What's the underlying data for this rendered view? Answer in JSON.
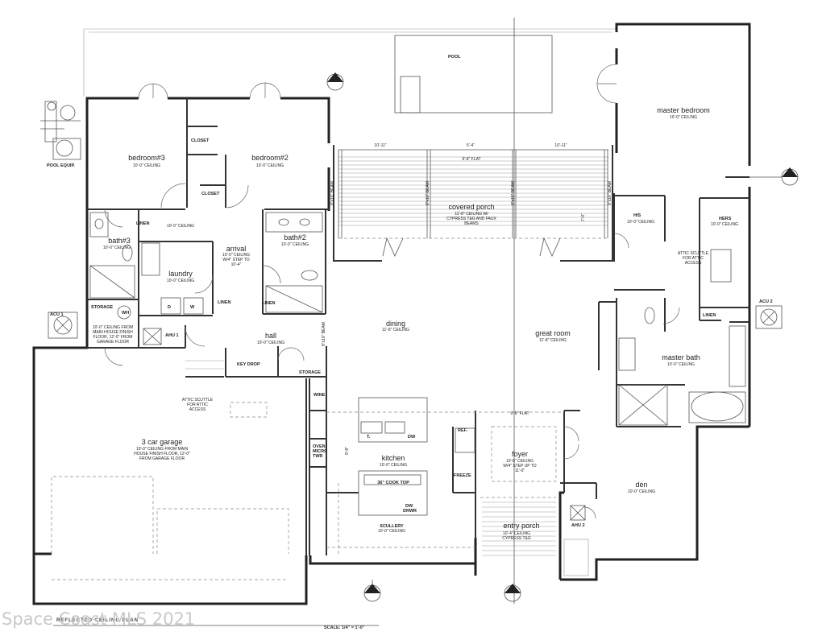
{
  "rooms": {
    "pool": {
      "name": "POOL"
    },
    "pool_equip": {
      "name": "POOL EQUIP."
    },
    "bedroom3": {
      "name": "bedroom#3",
      "ceiling": "10'-0\" CEILING"
    },
    "bedroom2": {
      "name": "bedroom#2",
      "ceiling": "10'-0\" CEILING"
    },
    "closet_a": {
      "name": "CLOSET"
    },
    "closet_b": {
      "name": "CLOSET"
    },
    "linen_a": {
      "name": "LINEN"
    },
    "linen_b": {
      "name": "LINEN"
    },
    "linen_c": {
      "name": "LINEN"
    },
    "linen_d": {
      "name": "LINEN"
    },
    "bath3": {
      "name": "bath#3",
      "ceiling": "10'-0\" CEILING"
    },
    "corridor": {
      "ceiling": "10'-0\" CEILING"
    },
    "arrival": {
      "name": "arrival",
      "ceiling": "10'-0\" CEILING",
      "step1": "W/4\" STEP TO",
      "step2": "10'-4\""
    },
    "bath2": {
      "name": "bath#2",
      "ceiling": "10'-0\" CEILING"
    },
    "laundry": {
      "name": "laundry",
      "ceiling": "10'-0\" CEILING",
      "d": "D",
      "w": "W"
    },
    "storage_wh": {
      "name": "STORAGE",
      "wh": "WH",
      "note1": "10'-0\" CEILING FROM",
      "note2": "MAIN HOUSE FINISH",
      "note3": "FLOOR, 12'-0\" FROM",
      "note4": "GARAGE FLOOR"
    },
    "ahu1": {
      "name": "AHU 1"
    },
    "acu1": {
      "name": "ACU 1"
    },
    "acu2": {
      "name": "ACU 2"
    },
    "ahu2": {
      "name": "AHU 2"
    },
    "hall": {
      "name": "hall",
      "ceiling": "10'-0\" CEILING"
    },
    "key_drop": {
      "name": "KEY DROP"
    },
    "storage_hall": {
      "name": "STORAGE"
    },
    "covered_porch": {
      "name": "covered porch",
      "line1": "11'-8\" CEILING W/",
      "line2": "CYPRESS T&G AND FAUX",
      "line3": "BEAMS",
      "flat": "9'-8\" FLAT",
      "beam1": "8\"x16\" BEAM",
      "beam2": "8\"x16\" BEAM",
      "beam3": "8\"x16\" BEAM",
      "beam4": "8\"x16\" BEAM",
      "beam5": "8\"x16\" BEAM",
      "dim1": "10'-11\"",
      "dim2": "5'-4\"",
      "dim3": "10'-11\"",
      "dim4": "7'-0\""
    },
    "master_bedroom": {
      "name": "master bedroom",
      "ceiling": "10'-0\" CEILING"
    },
    "his": {
      "name": "HIS",
      "ceiling": "10'-0\" CEILING"
    },
    "hers": {
      "name": "HERS",
      "ceiling": "10'-0\" CEILING"
    },
    "attic_scuttle_master": {
      "line1": "ATTIC SCUTTLE",
      "line2": "FOR ATTIC",
      "line3": "ACCESS"
    },
    "dining": {
      "name": "dining",
      "ceiling": "11'-8\" CEILING"
    },
    "great_room": {
      "name": "great room",
      "ceiling": "11'-8\" CEILING"
    },
    "master_bath": {
      "name": "master bath",
      "ceiling": "10'-0\" CEILING"
    },
    "wine": {
      "name": "WINE"
    },
    "attic_scuttle_garage": {
      "line1": "ATTIC SCUTTLE",
      "line2": "FOR ATTIC",
      "line3": "ACCESS"
    },
    "garage": {
      "name": "3 car garage",
      "line1": "10'-0\" CEILING FROM MAIN",
      "line2": "HOUSE FINISH FLOOR, 12'-0\"",
      "line3": "FROM GARAGE FLOOR"
    },
    "oven": {
      "line1": "OVEN",
      "line2": "MICRO",
      "line3": "TWR"
    },
    "kitchen": {
      "name": "kitchen",
      "ceiling": "10'-0\" CEILING",
      "cooktop": "36\" COOK TOP",
      "t": "T.",
      "dw": "DW",
      "dw_drwr1": "DW",
      "dw_drwr2": "DRWR",
      "dim": "9'-8\""
    },
    "flat_kitchen": {
      "text": "9'-8\" FLAT"
    },
    "ref": {
      "name": "REF."
    },
    "freeze": {
      "name": "FREEZE"
    },
    "foyer": {
      "name": "foyer",
      "ceiling": "10'-8\" CEILING",
      "step1": "W/4\" STEP UP TO",
      "step2": "11'-0\""
    },
    "den": {
      "name": "den",
      "ceiling": "10'-0\" CEILING"
    },
    "scullery": {
      "name": "SCULLERY",
      "ceiling": "10'-0\" CEILING"
    },
    "entry_porch": {
      "name": "entry porch",
      "line1": "10'-4\" CEILING",
      "line2": "CYPRESS T&G"
    }
  },
  "drawing": {
    "title": "REFLECTED CEILING PLAN",
    "scale": "SCALE: 1/4\" = 1'-0\"",
    "watermark": "Space Coast MLS 2021"
  }
}
